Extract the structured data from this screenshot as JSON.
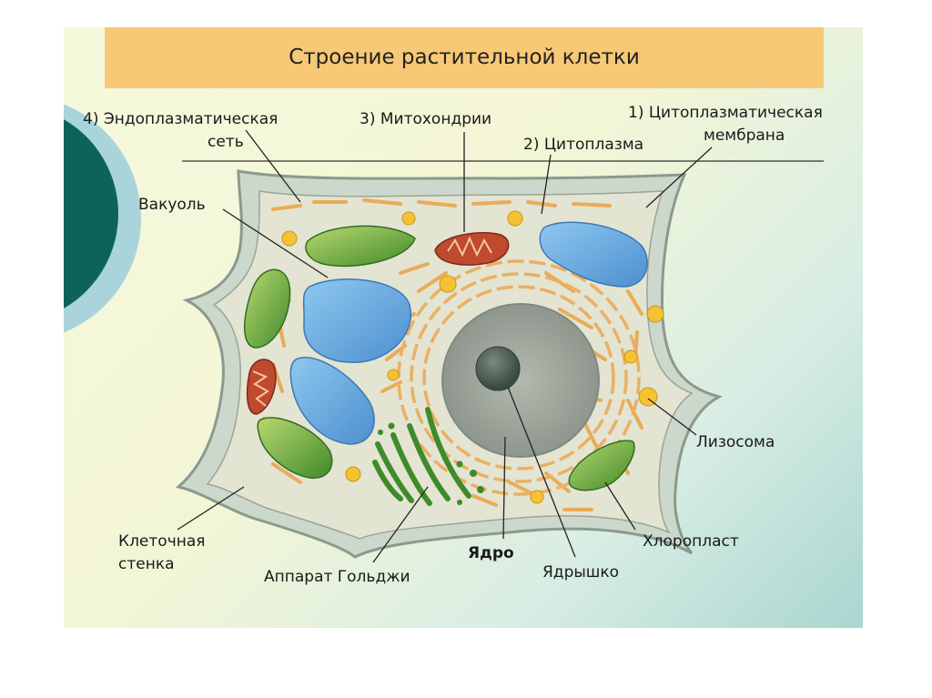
{
  "title": "Строение растительной клетки",
  "labels": {
    "er_line1": "4) Эндоплазматическая",
    "er_line2": "сеть",
    "mitochondria": "3) Митохондрии",
    "cytoplasm": "2) Цитоплазма",
    "membrane_line1": "1) Цитоплазматическая",
    "membrane_line2": "мембрана",
    "vacuole": "Вакуоль",
    "lysosome": "Лизосома",
    "chloroplast": "Хлоропласт",
    "cell_wall_line1": "Клеточная",
    "cell_wall_line2": "стенка",
    "golgi": "Аппарат Гольджи",
    "nucleus": "Ядро",
    "nucleolus": "Ядрышко"
  },
  "colors": {
    "title_bar": "#f7c875",
    "accent_teal": "#0e625c",
    "vacuole": "#6faee0",
    "chloroplast": "#6fae3a",
    "mitochondria": "#c0492e",
    "lysosome": "#f5c332",
    "nucleus": "#9aa29a"
  }
}
